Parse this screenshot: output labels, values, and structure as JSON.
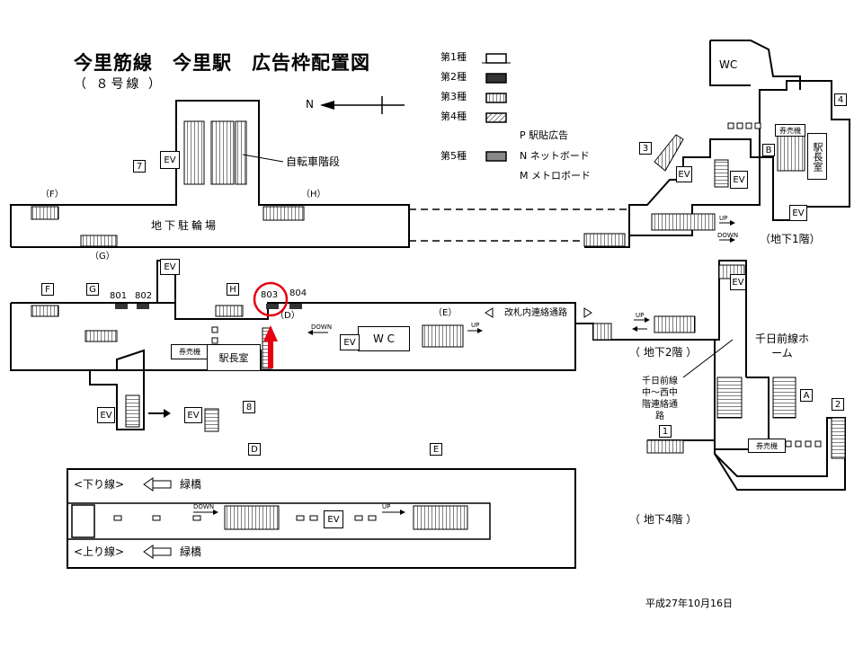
{
  "title": "今里筋線　今里駅　広告枠配置図",
  "subtitle": "（ ８号線 ）",
  "north_label": "N",
  "legend": {
    "kinds": [
      "第1種",
      "第2種",
      "第3種",
      "第4種",
      "第5種"
    ],
    "p_label": "P 駅貼広告",
    "n_label": "N ネットボード",
    "m_label": "M メトロボード"
  },
  "labels": {
    "bicycle_stairs": "自転車階段",
    "bike_parking": "地下駐輪場",
    "wc_top": "WC",
    "ticket_machine": "券売機",
    "station_office": "駅長室",
    "station_office_vertical": "駅長室",
    "wc_mid": "W C",
    "gate_passage": "改札内連絡通路",
    "b1": "（地下1階）",
    "b2": "（ 地下2階 ）",
    "b4": "（ 地下4階 ）",
    "sennichimae_home": "千日前線ホーム",
    "connection": "千日前線中～西中階連絡通路",
    "down_track": "<下り線>",
    "up_track": "<上り線>",
    "midoribashi": "緑橋",
    "ev": "EV",
    "up": "UP",
    "down": "DOWN"
  },
  "exits": [
    "1",
    "2",
    "3",
    "4",
    "7",
    "8",
    "A",
    "B",
    "D",
    "E",
    "F",
    "G",
    "H"
  ],
  "paren_labels": [
    "（F）",
    "（H）",
    "（G）",
    "（E）",
    "（D）"
  ],
  "ad_slots": [
    "801",
    "802",
    "803",
    "804"
  ],
  "highlight": {
    "slot": "803",
    "color": "#e60012"
  },
  "date": "平成27年10月16日"
}
